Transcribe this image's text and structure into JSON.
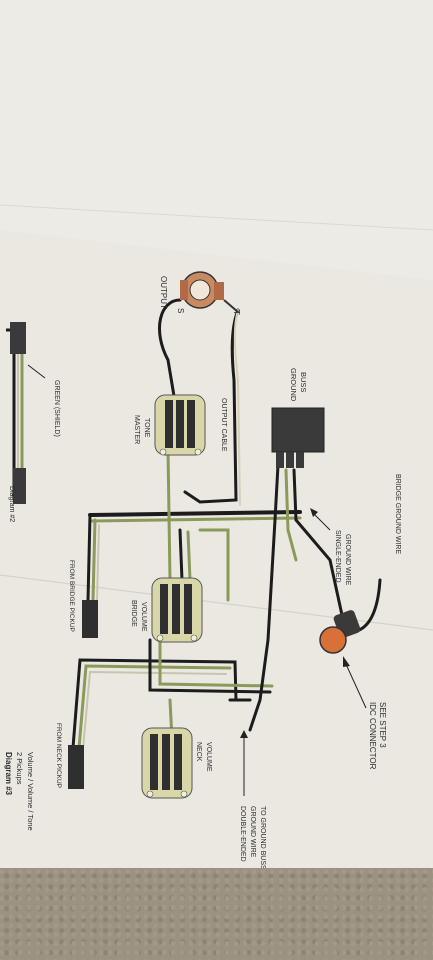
{
  "diagram": {
    "title": "Diagram #3",
    "subtitle1": "2 Pickups",
    "subtitle2": "Volume / Volume / Tone",
    "prev_diagram_fragment": "Diagram #2",
    "labels": {
      "output": "OUTPUT",
      "s": "S",
      "t": "T",
      "master_tone": [
        "MASTER",
        "TONE"
      ],
      "output_cable": "OUTPUT CABLE",
      "ground_buss": [
        "GROUND",
        "BUSS"
      ],
      "green_shield": "GREEN (SHIELD)",
      "single_ended": [
        "SINGLE-ENDED",
        "GROUND WIRE"
      ],
      "bridge_ground": "BRIDGE GROUND WIRE",
      "from_bridge": "FROM BRIDGE PICKUP",
      "bridge_volume": [
        "BRIDGE",
        "VOLUME"
      ],
      "from_neck": "FROM NECK PICKUP",
      "neck_volume": [
        "NECK",
        "VOLUME"
      ],
      "double_ended": [
        "DOUBLE-ENDED",
        "GROUND WIRE",
        "TO GROUND BUSS"
      ],
      "idc_connector": [
        "IDC CONNECTOR",
        "SEE STEP 3"
      ]
    }
  },
  "colors": {
    "paper": "#ece9e3",
    "wire_black": "#1c1c1c",
    "wire_green": "#8a9a5a",
    "pot_body": "#d9d7a8",
    "idc_orange": "#d8703a"
  }
}
